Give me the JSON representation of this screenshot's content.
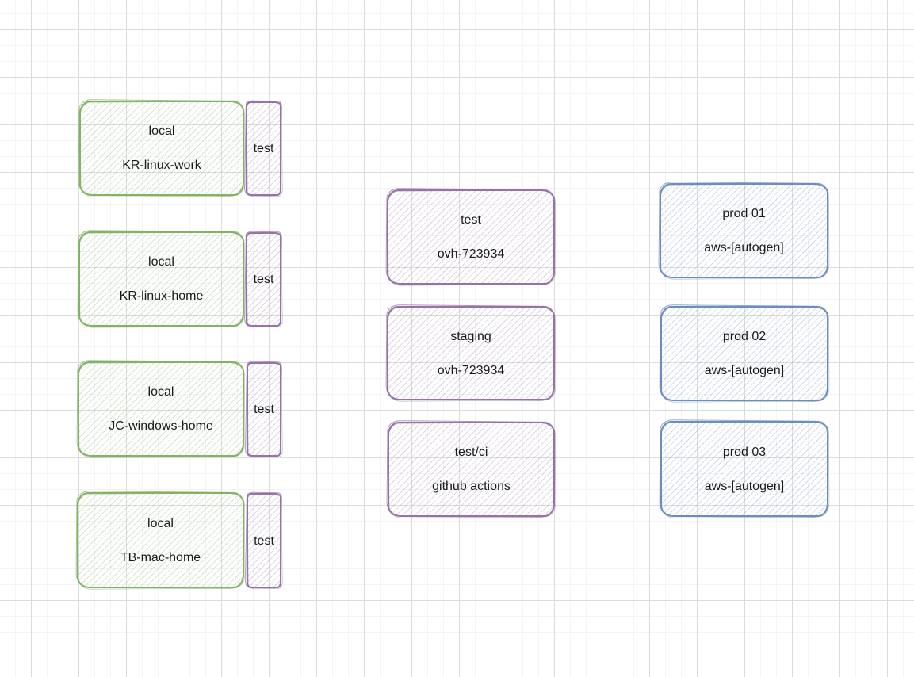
{
  "diagram": {
    "palette": {
      "green_stroke": "#82b366",
      "purple_stroke": "#9673a6",
      "blue_stroke": "#6c8ebf",
      "grid_major": "#dcdcdc",
      "grid_minor": "#f5f3f7",
      "text": "#1a1a1a",
      "canvas_bg": "#ffffff"
    },
    "nodes": {
      "kr_linux_work": {
        "line1": "local",
        "line2": "KR-linux-work"
      },
      "kr_linux_work_test": {
        "label": "test"
      },
      "kr_linux_home": {
        "line1": "local",
        "line2": "KR-linux-home"
      },
      "kr_linux_home_test": {
        "label": "test"
      },
      "jc_windows_home": {
        "line1": "local",
        "line2": "JC-windows-home"
      },
      "jc_windows_home_test": {
        "label": "test"
      },
      "tb_mac_home": {
        "line1": "local",
        "line2": "TB-mac-home"
      },
      "tb_mac_home_test": {
        "label": "test"
      },
      "test_ovh": {
        "line1": "test",
        "line2": "ovh-723934"
      },
      "staging_ovh": {
        "line1": "staging",
        "line2": "ovh-723934"
      },
      "testci_github": {
        "line1": "test/ci",
        "line2": "github actions"
      },
      "prod01": {
        "line1": "prod 01",
        "line2": "aws-[autogen]"
      },
      "prod02": {
        "line1": "prod 02",
        "line2": "aws-[autogen]"
      },
      "prod03": {
        "line1": "prod 03",
        "line2": "aws-[autogen]"
      }
    }
  }
}
